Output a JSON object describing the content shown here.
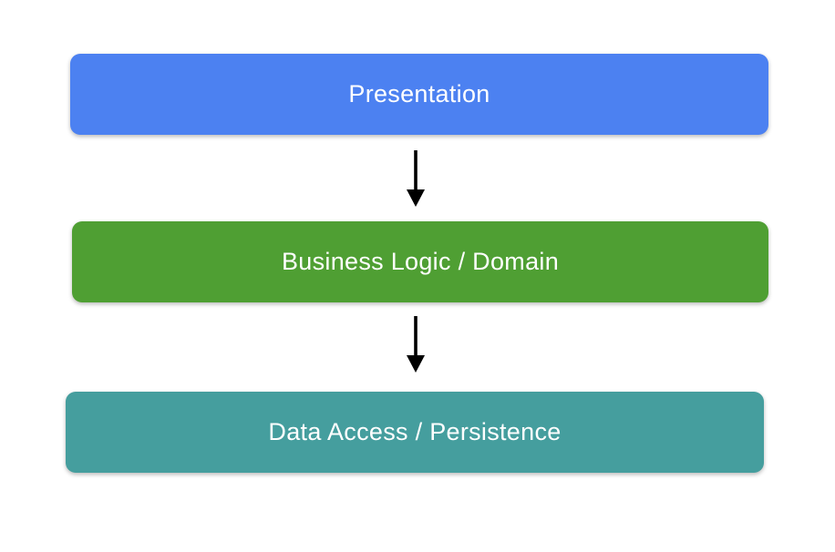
{
  "diagram": {
    "type": "layered-architecture-flow",
    "background": "#ffffff",
    "text_color": "#ffffff",
    "arrow_color": "#000000",
    "layers": [
      {
        "id": "presentation",
        "label": "Presentation",
        "color": "#4C81F1"
      },
      {
        "id": "business-logic",
        "label": "Business Logic / Domain",
        "color": "#4F9F33"
      },
      {
        "id": "data-access",
        "label": "Data Access / Persistence",
        "color": "#459E9E"
      }
    ],
    "connections": [
      {
        "from": "Presentation",
        "to": "Business Logic / Domain",
        "direction": "down"
      },
      {
        "from": "Business Logic / Domain",
        "to": "Data Access / Persistence",
        "direction": "down"
      }
    ]
  }
}
